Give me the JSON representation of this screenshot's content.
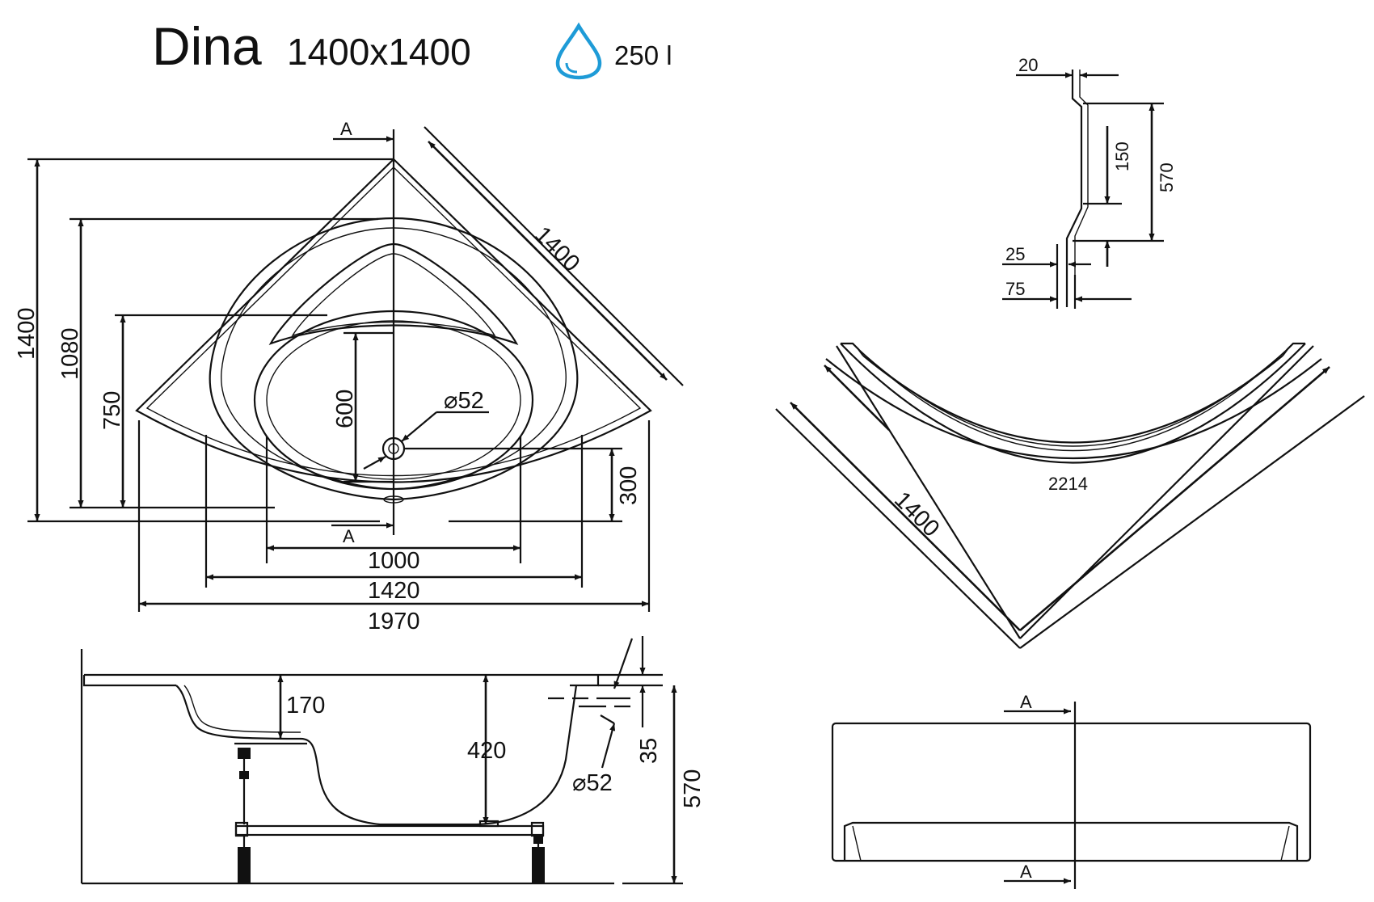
{
  "header": {
    "model": "Dina",
    "size": "1400x1400",
    "volume": "250 l",
    "water_icon": "water-drop-icon",
    "accent_color": "#1e9bd7"
  },
  "top_view": {
    "dims": {
      "diag": "1400",
      "h_total": "1400",
      "h_1080": "1080",
      "h_750": "750",
      "d_600": "600",
      "drain": "⌀52",
      "d_300": "300",
      "w_1000": "1000",
      "w_1420": "1420",
      "w_1970": "1970"
    },
    "section_top": "A",
    "section_bottom": "A"
  },
  "profile_detail": {
    "d20": "20",
    "d150": "150",
    "d570": "570",
    "d25": "25",
    "d75": "75"
  },
  "panel_view": {
    "arc": "2214",
    "side": "1400"
  },
  "section_view": {
    "d170": "170",
    "d420": "420",
    "d35": "35",
    "d570": "570",
    "drain": "⌀52"
  },
  "front_view": {
    "section_top": "A",
    "section_bottom": "A"
  }
}
